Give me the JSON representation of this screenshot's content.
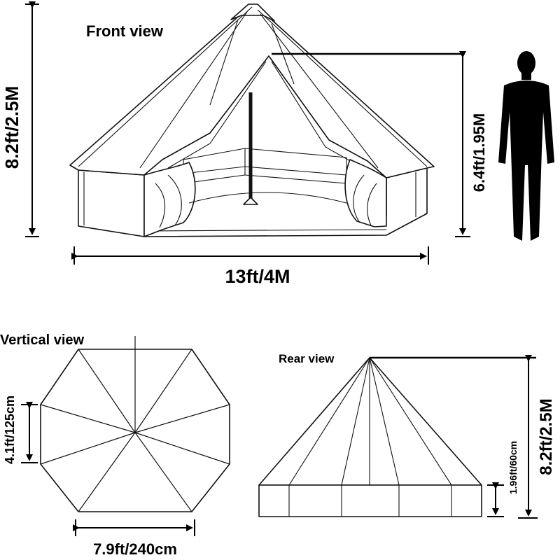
{
  "front_view": {
    "title": "Front view",
    "height_total": "8.2ft/2.5M",
    "height_wall_door": "6.4ft/1.95M",
    "width": "13ft/4M"
  },
  "vertical_view": {
    "title": "Vertical view",
    "side_length": "4.1ft/125cm",
    "width": "7.9ft/240cm"
  },
  "rear_view": {
    "title": "Rear view",
    "wall_height": "1.96ft/60cm",
    "height_total": "8.2ft/2.5M"
  },
  "icons": [
    "human-silhouette-icon",
    "tent-front-drawing",
    "octagon-floor-plan",
    "tent-rear-drawing"
  ],
  "colors": {
    "line": "#000000",
    "background": "#ffffff"
  }
}
